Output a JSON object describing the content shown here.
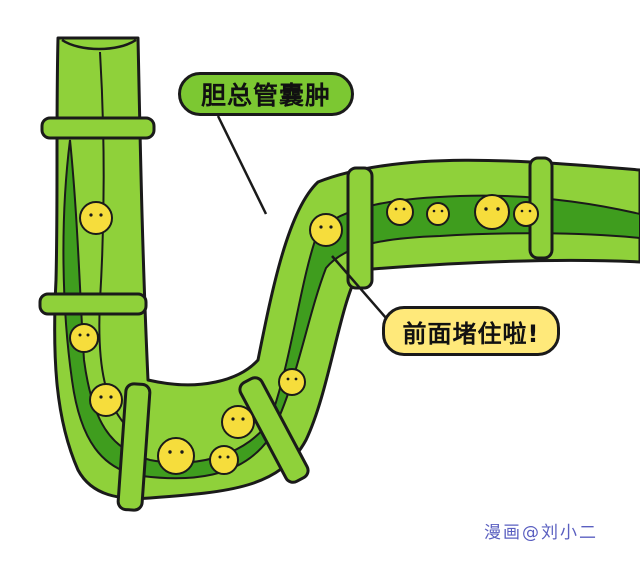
{
  "labels": {
    "duct_label": "胆总管囊肿",
    "blocked_label": "前面堵住啦!",
    "signature": "漫画@刘小二"
  },
  "colors": {
    "tube_outer": "#8fd13a",
    "tube_inner": "#3f9d1e",
    "outline": "#1a1a1a",
    "stone": "#f6dd3c",
    "label_green": "#7cc832",
    "label_yellow": "#ffe97a",
    "signature": "#5a5fc0"
  }
}
